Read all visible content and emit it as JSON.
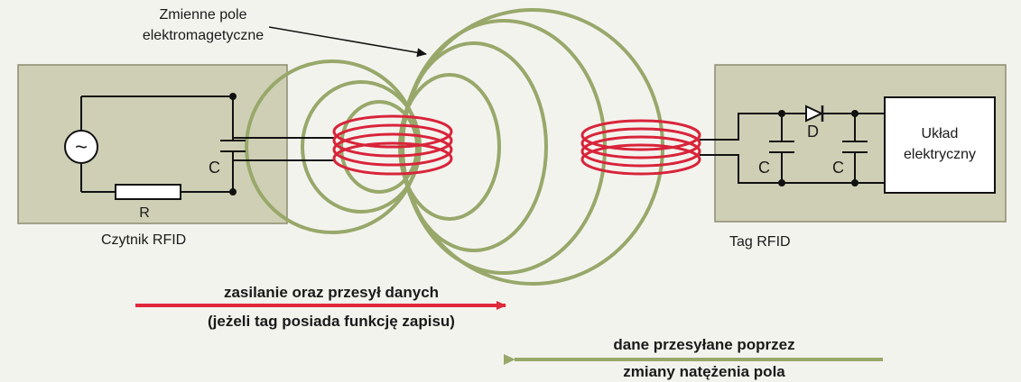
{
  "field_label": [
    "Zmienne pole",
    "elektromagetyczne"
  ],
  "reader": {
    "name": "Czytnik RFID",
    "capacitor_label": "C",
    "resistor_label": "R",
    "source_glyph": "~"
  },
  "tag": {
    "name": "Tag RFID",
    "capacitor1_label": "C",
    "capacitor2_label": "C",
    "diode_label": "D",
    "chip_label": [
      "Układ",
      "elektryczny"
    ]
  },
  "forward_arrow": {
    "lines": [
      "zasilanie oraz przesył danych",
      "(jeżeli tag posiada funkcję zapisu)"
    ],
    "color": "#e0283a"
  },
  "backward_arrow": {
    "lines": [
      "dane przesyłane poprzez",
      "zmiany natężenia pola"
    ],
    "color": "#98a86a"
  },
  "colors": {
    "panel_fill": "#cfcfb5",
    "panel_stroke": "#8c8c70",
    "field_lines": "#98a86a",
    "coil": "#d8243a"
  }
}
